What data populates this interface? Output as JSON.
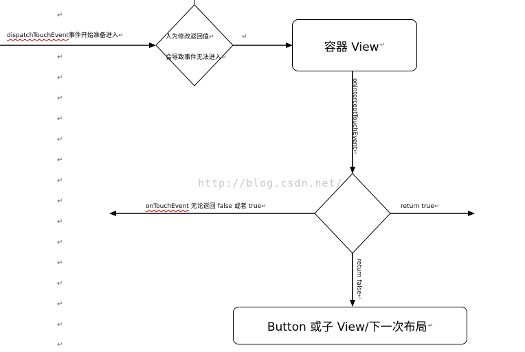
{
  "nodes": {
    "container_view": "容器 View",
    "button_or_child": "Button  或子 View/下一次布局"
  },
  "labels": {
    "dispatch_part1": "dispatchTouchEvent",
    "dispatch_part2": "事件开始准备进入",
    "modify_line1": "人为修改返回值",
    "modify_line2": "会导致事件无法进入",
    "ontouch_part1": "onTouchEvent",
    "ontouch_part2": " 无论返回 false 或者 true",
    "return_true": "return true",
    "return_false": "return false",
    "intercept_rotated": "onInterceptTouchEvent"
  },
  "watermark": "http://blog.csdn.net/",
  "paragraph_mark": "↵",
  "colors": {
    "line": "#000000",
    "watermark": "#c8c8c8",
    "spellcheck": "#d00000"
  }
}
